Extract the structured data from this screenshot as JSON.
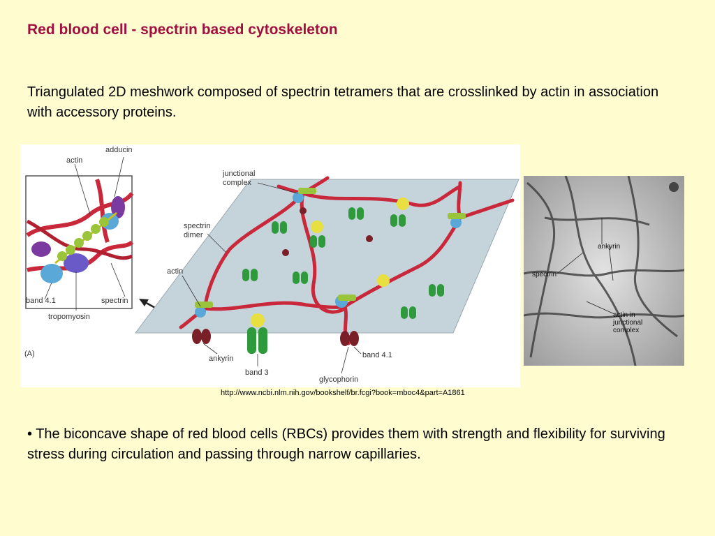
{
  "slide": {
    "title": "Red blood cell - spectrin based cytoskeleton",
    "intro": "Triangulated 2D meshwork  composed of spectrin tetramers that are crosslinked by actin in association with accessory proteins.",
    "source_url": "http://www.ncbi.nlm.nih.gov/bookshelf/br.fcgi?book=mboc4&part=A1861",
    "bullet": "• The biconcave shape of red blood cells (RBCs) provides them with strength and flexibility for surviving stress during circulation and passing through narrow capillaries."
  },
  "figure_a": {
    "panel_label": "(A)",
    "inset_labels": {
      "adducin": "adducin",
      "actin": "actin",
      "band41": "band 4.1",
      "spectrin": "spectrin",
      "tropomyosin": "tropomyosin"
    },
    "main_labels": {
      "junctional_line1": "junctional",
      "junctional_line2": "complex",
      "spectrin_line1": "spectrin",
      "spectrin_line2": "dimer",
      "actin": "actin",
      "ankyrin": "ankyrin",
      "band3": "band 3",
      "glycophorin": "glycophorin",
      "band41": "band 4.1"
    }
  },
  "figure_b": {
    "labels": {
      "ankyrin": "ankyrin",
      "spectrin": "spectrin",
      "actin_line1": "actin in",
      "actin_line2": "junctional",
      "actin_line3": "complex"
    }
  },
  "colors": {
    "title": "#a01040",
    "background": "#fffdd0",
    "spectrin": "#c8283a",
    "band3": "#2e9a3c",
    "actin": "#9ac43a",
    "band41": "#5aa8d8",
    "adducin": "#7a3aa0",
    "ankyrin": "#7a1f28",
    "membrane": "#c5d3da"
  }
}
